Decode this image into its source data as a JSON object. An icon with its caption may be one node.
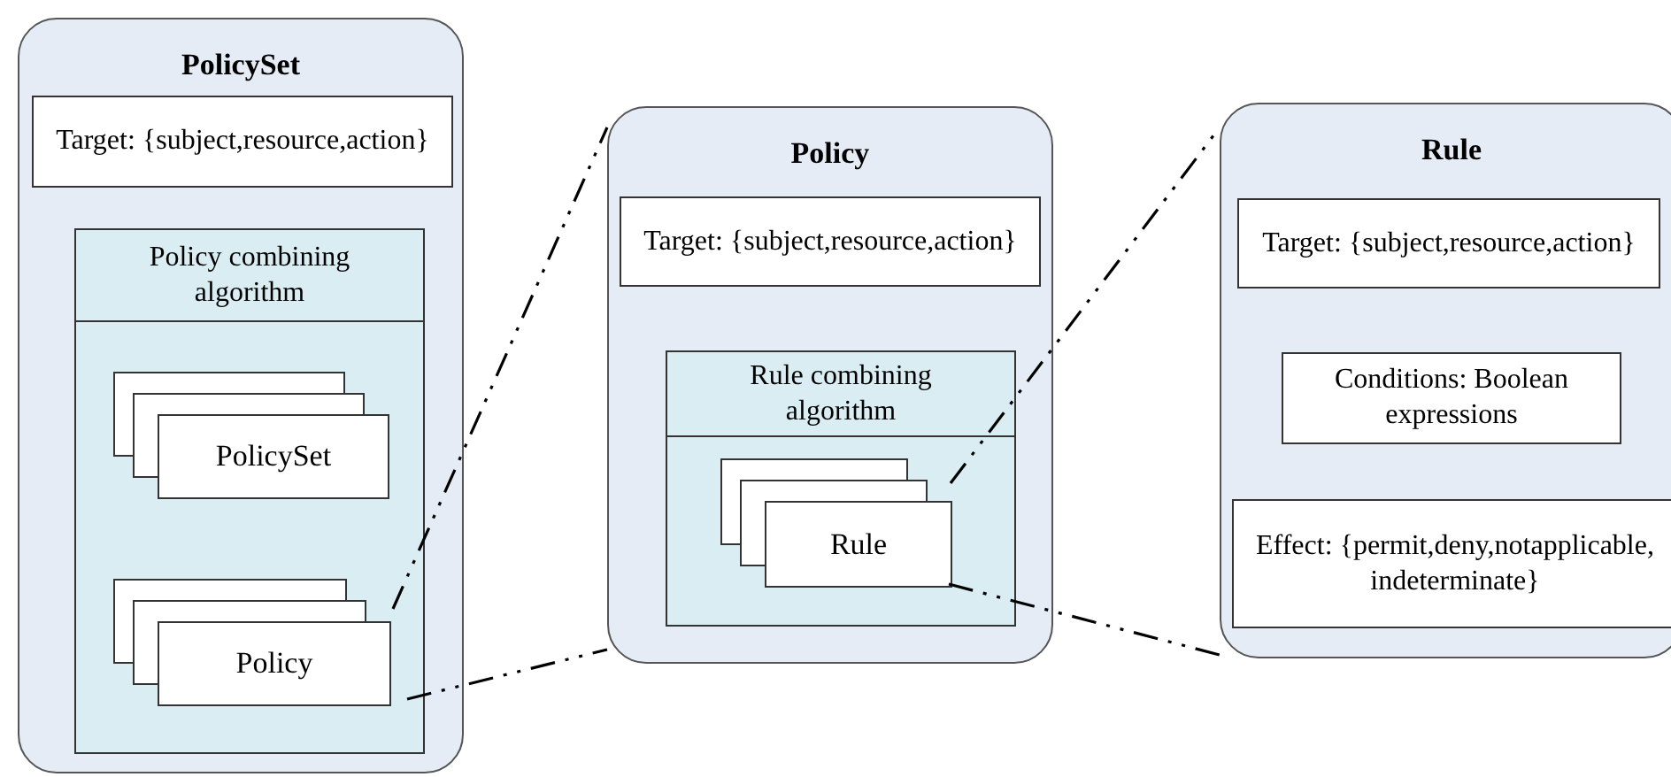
{
  "diagram": {
    "nodes": [
      {
        "text": [
          "PolicySet"
        ]
      },
      {
        "text": [
          "Target: {subject,resource,action}"
        ],
        "in": 0
      },
      {
        "text": [
          "Policy combining algorithm"
        ],
        "in": 0
      },
      {
        "text": [
          "PolicySet"
        ],
        "in": 2
      },
      {
        "text": [
          "Policy"
        ],
        "in": 2
      },
      {
        "text": [
          "Policy"
        ]
      },
      {
        "text": [
          "Target: {subject,resource,action}"
        ],
        "in": 5
      },
      {
        "text": [
          "Rule combining algorithm"
        ],
        "in": 5
      },
      {
        "text": [
          "Rule"
        ],
        "in": 7
      },
      {
        "text": [
          "Rule"
        ]
      },
      {
        "text": [
          "Target: {subject,resource,action}"
        ],
        "in": 9
      },
      {
        "text": [
          "Conditions: Boolean expressions"
        ],
        "in": 9
      },
      {
        "text": [
          "Effect: {permit,deny,notapplicable, indeterminate}"
        ],
        "in": 9
      }
    ],
    "edges": [
      {
        "from": 4,
        "to": 5,
        "arrow": "none",
        "style": "dashed"
      },
      {
        "from": 4,
        "to": 5,
        "arrow": "none",
        "style": "dashed"
      },
      {
        "from": 8,
        "to": 9,
        "arrow": "none",
        "style": "dashed"
      },
      {
        "from": 8,
        "to": 9,
        "arrow": "none",
        "style": "dashed"
      }
    ]
  }
}
